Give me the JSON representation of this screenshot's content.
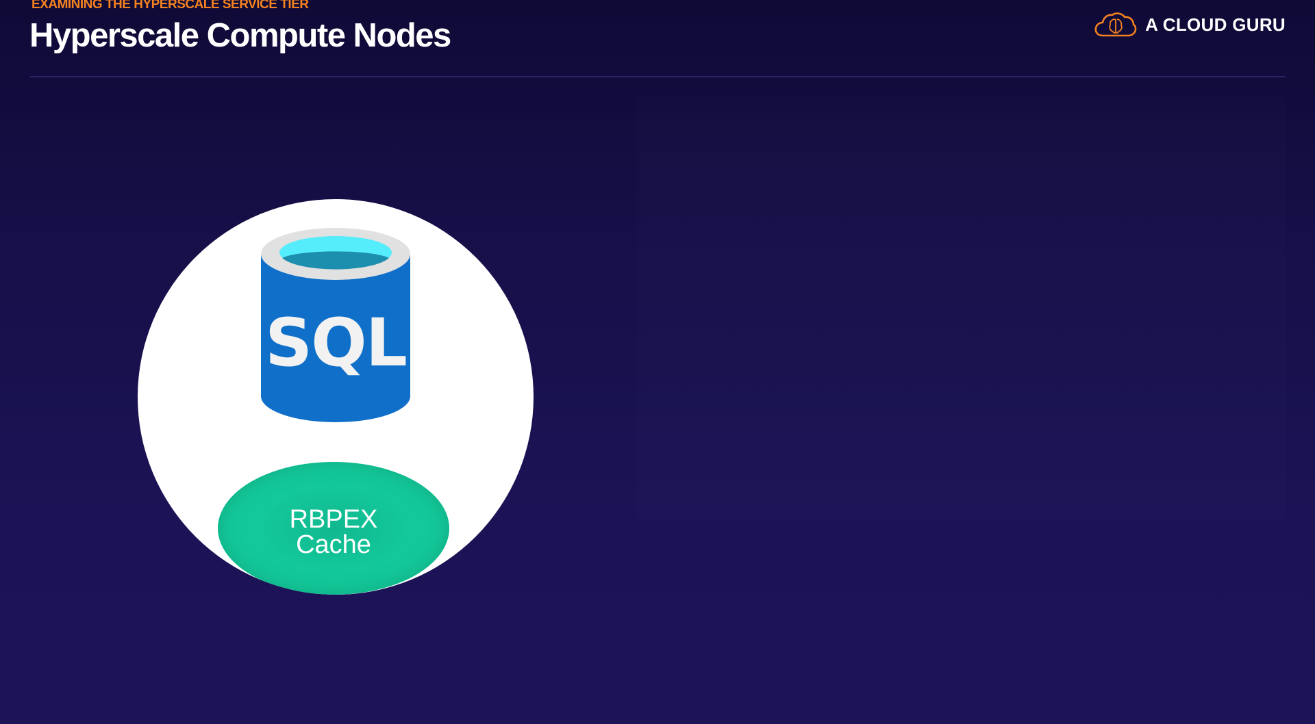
{
  "header": {
    "eyebrow": "EXAMINING THE HYPERSCALE SERVICE TIER",
    "title": "Hyperscale Compute Nodes"
  },
  "brand": {
    "name": "A CLOUD GURU",
    "logo_icon": "cloud-brain-logo-icon",
    "accent_color": "#f58220"
  },
  "diagram": {
    "sql_label": "SQL",
    "sql_icon": "sql-database-icon",
    "cache_line1": "RBPEX",
    "cache_line2": "Cache",
    "colors": {
      "background": "#1b1355",
      "circle": "#ffffff",
      "database_body": "#1070c9",
      "database_top": "#55ecfb",
      "cache": "#14c99a"
    }
  }
}
